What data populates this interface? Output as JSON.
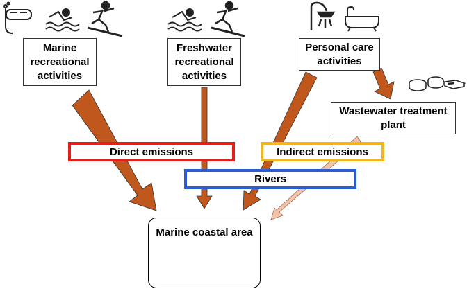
{
  "sources": {
    "marine": [
      "Marine",
      "recreational",
      "activities"
    ],
    "freshwater": [
      "Freshwater",
      "recreational",
      "activities"
    ],
    "personal_care": [
      "Personal care",
      "activities"
    ]
  },
  "wwtp": [
    "Wastewater treatment",
    "plant"
  ],
  "emissions": {
    "direct": "Direct emissions",
    "indirect": "Indirect emissions",
    "rivers": "Rivers"
  },
  "destination": "Marine coastal area",
  "colors": {
    "arrow": "#c0581e",
    "arrow_light": "#f2c3a8",
    "direct": "#e0201a",
    "indirect": "#f2b51d",
    "rivers": "#2a5cd8"
  },
  "icons": [
    "snorkel-mask-icon",
    "swimmer-icon",
    "surfer-icon",
    "shower-icon",
    "bathtub-icon",
    "cosmetic-jars-icon",
    "coral-icon"
  ]
}
